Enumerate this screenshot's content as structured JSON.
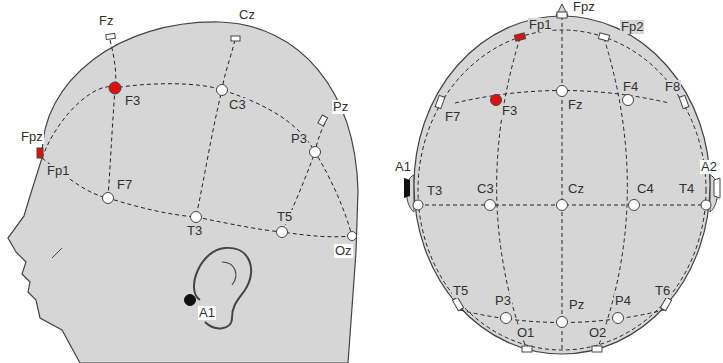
{
  "diagram": {
    "labels": [
      "Fpz",
      "Fz",
      "Cz",
      "F3",
      "C3",
      "Pz",
      "P3",
      "Fp1",
      "F7",
      "T3",
      "T5",
      "Oz",
      "A1",
      "Fpz",
      "Fp1",
      "Fp2",
      "F7",
      "F3",
      "Fz",
      "F4",
      "F8",
      "A1",
      "T3",
      "C3",
      "Cz",
      "C4",
      "T4",
      "A2",
      "T5",
      "P3",
      "Pz",
      "P4",
      "T6",
      "O1",
      "O2"
    ]
  }
}
